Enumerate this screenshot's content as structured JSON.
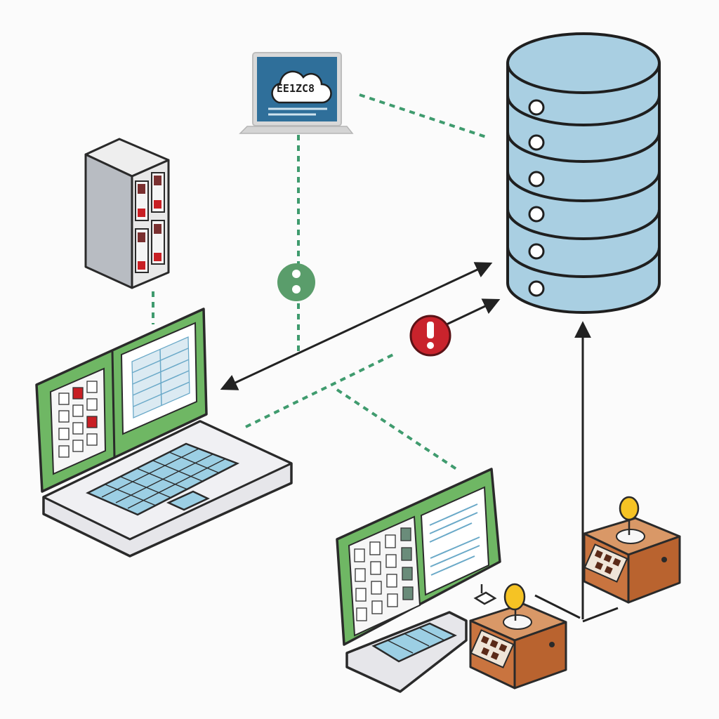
{
  "diagram": {
    "nodes": [
      {
        "id": "cloud-laptop",
        "kind": "laptop",
        "screen_label": "ЕЕ1ZC8"
      },
      {
        "id": "server-rack",
        "kind": "server"
      },
      {
        "id": "database",
        "kind": "database-cylinder",
        "disk_count": 6
      },
      {
        "id": "green-laptop",
        "kind": "laptop"
      },
      {
        "id": "green-workstation",
        "kind": "laptop"
      },
      {
        "id": "iot-box-right",
        "kind": "device-box"
      },
      {
        "id": "iot-box-front",
        "kind": "device-box"
      }
    ],
    "badges": [
      {
        "id": "status-ok",
        "glyph": ":"
      },
      {
        "id": "status-warning",
        "glyph": "!"
      }
    ],
    "edges": [
      {
        "from": "cloud-laptop",
        "to": "database",
        "style": "dashed"
      },
      {
        "from": "cloud-laptop",
        "to": "green-laptop",
        "style": "dashed"
      },
      {
        "from": "server-rack",
        "to": "green-laptop",
        "style": "dashed"
      },
      {
        "from": "green-laptop",
        "to": "database",
        "style": "arrow-both"
      },
      {
        "from": "status-warning",
        "to": "database",
        "style": "arrow"
      },
      {
        "from": "green-laptop",
        "to": "green-workstation",
        "style": "dashed"
      },
      {
        "from": "iot-box-right",
        "to": "database",
        "style": "arrow"
      }
    ]
  },
  "colors": {
    "dashed_line": "#3f9b6e",
    "database_fill": "#a9cfe2",
    "green_frame": "#6fb764",
    "laptop_screen": "#2f6f9a",
    "badge_ok": "#5a9d6b",
    "badge_warning": "#c9232c",
    "box_fill": "#c9743f",
    "server_red": "#c81f24"
  }
}
